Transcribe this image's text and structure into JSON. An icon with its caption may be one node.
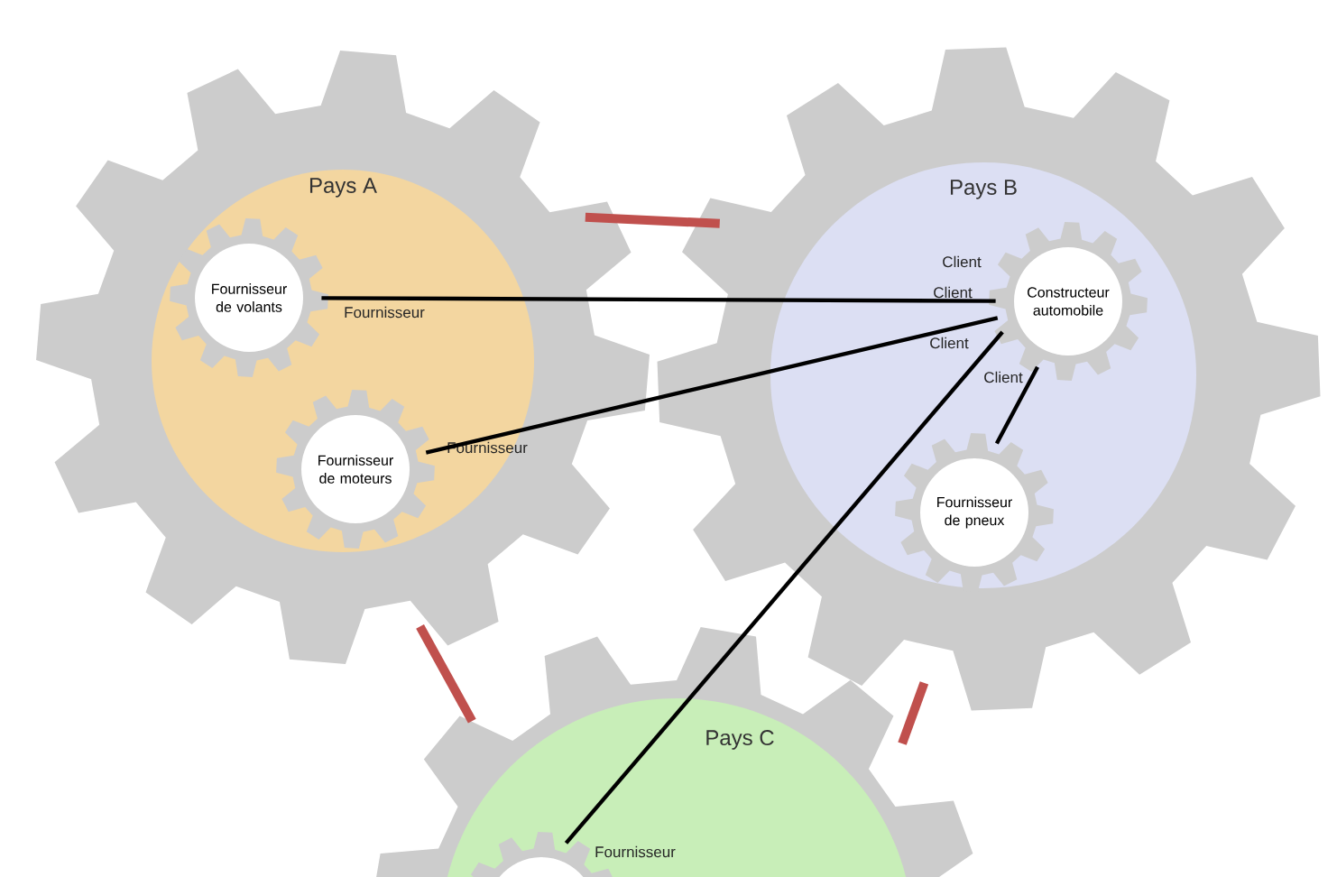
{
  "diagram": {
    "nodes": [
      {
        "text": [
          "Pays A"
        ]
      },
      {
        "text": [
          "Fournisseur de volants"
        ],
        "in": 0,
        "beside": [
          "Fournisseur"
        ]
      },
      {
        "text": [
          "Fournisseur de moteurs"
        ],
        "in": 0,
        "beside": [
          "Fournisseur"
        ]
      },
      {
        "text": [
          "Pays B"
        ]
      },
      {
        "text": [
          "Constructeur automobile"
        ],
        "in": 3,
        "beside": [
          "Client",
          "Client",
          "Client",
          "Client"
        ]
      },
      {
        "text": [
          "Fournisseur de pneux"
        ],
        "in": 3
      },
      {
        "text": [
          "Pays C"
        ]
      },
      {
        "text": [],
        "shape": "gear",
        "in": 6,
        "beside": [
          "Fournisseur"
        ]
      }
    ],
    "edges": [
      {
        "from": 0,
        "to": 3,
        "arrow": "none",
        "style": "thick",
        "color": "#c0504d"
      },
      {
        "from": 1,
        "to": 4,
        "arrow": "none"
      },
      {
        "from": 2,
        "to": 4,
        "arrow": "none"
      },
      {
        "from": 0,
        "to": 6,
        "arrow": "none",
        "style": "thick",
        "color": "#c0504d"
      },
      {
        "from": 7,
        "to": 4,
        "arrow": "none"
      },
      {
        "from": 5,
        "to": 4,
        "arrow": "none"
      },
      {
        "from": 3,
        "to": 6,
        "arrow": "none",
        "style": "thick",
        "color": "#c0504d"
      }
    ]
  }
}
